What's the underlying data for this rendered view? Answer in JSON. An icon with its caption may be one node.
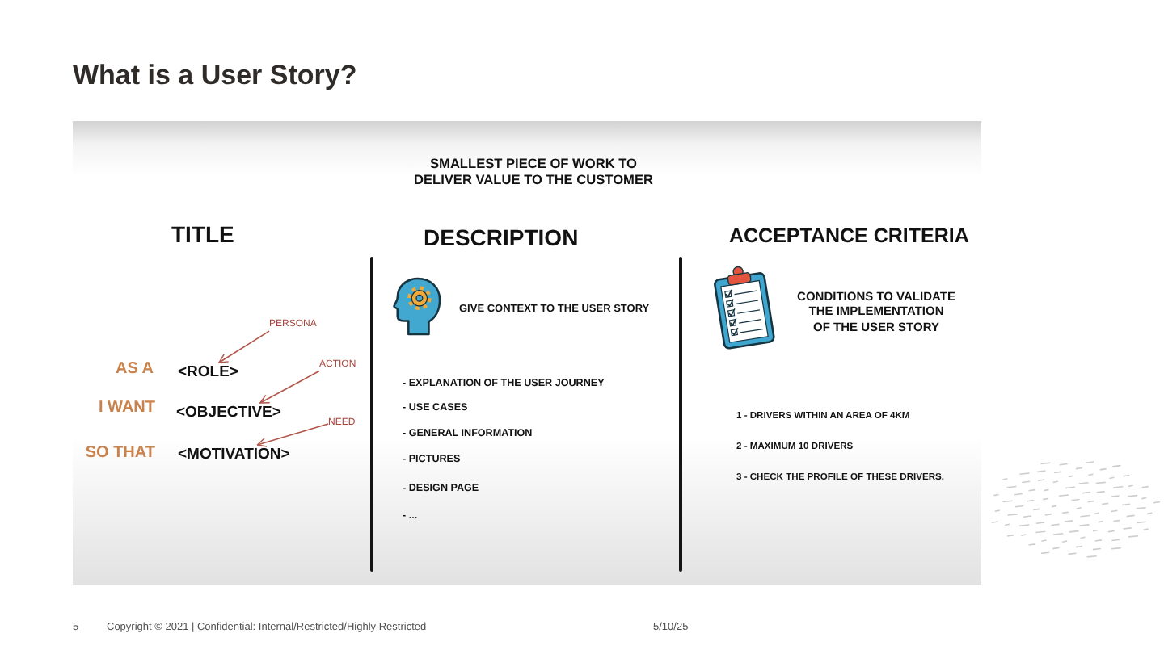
{
  "diagram": {
    "title": "What is a User Story?",
    "nodes": [
      {
        "text": [
          "PERSONA"
        ]
      },
      {
        "text": [
          "<ROLE>"
        ]
      },
      {
        "text": [
          "ACTION"
        ]
      },
      {
        "text": [
          "<OBJECTIVE>"
        ]
      },
      {
        "text": [
          "NEED"
        ]
      },
      {
        "text": [
          "<MOTIVATION>"
        ]
      }
    ],
    "edges": [
      {
        "from": 0,
        "to": 1,
        "arrow": "to"
      },
      {
        "from": 2,
        "to": 3,
        "arrow": "to"
      },
      {
        "from": 4,
        "to": 5,
        "arrow": "to"
      }
    ],
    "labels": [
      "SMALLEST PIECE OF WORK TO DELIVER VALUE TO THE CUSTOMER",
      "TITLE",
      "DESCRIPTION",
      "ACCEPTANCE CRITERIA",
      "GIVE CONTEXT TO THE USER STORY",
      "CONDITIONS TO VALIDATE THE IMPLEMENTATION OF THE USER STORY",
      "AS A",
      "I WANT",
      "SO THAT",
      "- EXPLANATION OF THE USER JOURNEY",
      "- USE CASES",
      "- GENERAL INFORMATION",
      "- PICTURES",
      "- DESIGN PAGE",
      "- ...",
      "1 - DRIVERS WITHIN AN AREA OF 4KM",
      "2 - MAXIMUM 10 DRIVERS",
      "3 - CHECK THE PROFILE OF THESE DRIVERS.",
      "5",
      "Copyright © 2021 | Confidential: Internal/Restricted/Highly Restricted",
      "5/10/25"
    ]
  }
}
